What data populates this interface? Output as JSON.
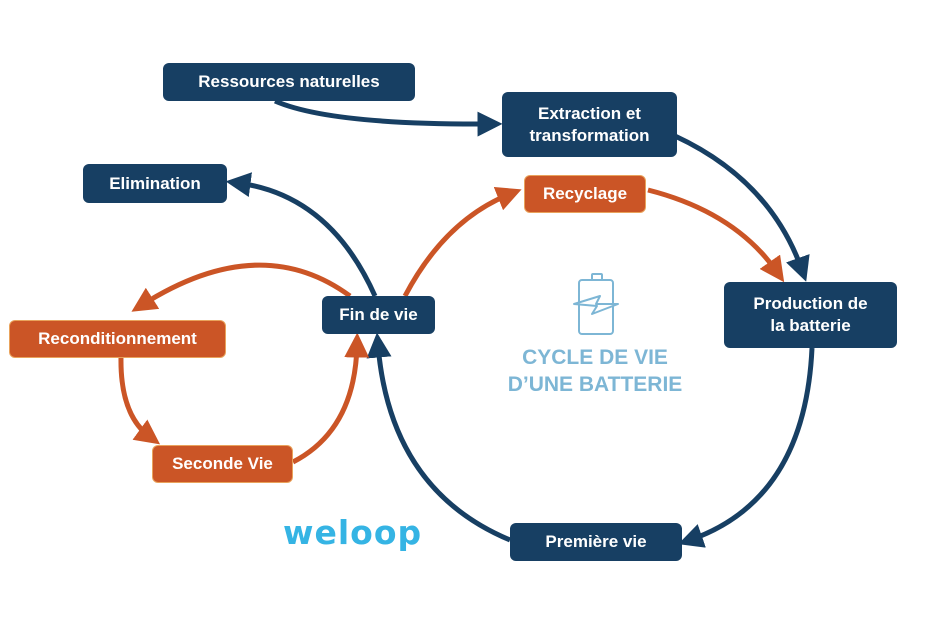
{
  "diagram": {
    "title_line1": "CYCLE DE VIE",
    "title_line2": "D’UNE BATTERIE",
    "logo_text": "weloop",
    "colors": {
      "navy": "#173F63",
      "orange": "#CB5526",
      "light_blue": "#7DB6D5",
      "logo_blue": "#35B4E4"
    },
    "nodes": {
      "ressources": "Ressources naturelles",
      "extraction_l1": "Extraction et",
      "extraction_l2": "transformation",
      "production_l1": "Production de",
      "production_l2": "la batterie",
      "premiere_vie": "Première vie",
      "fin_de_vie": "Fin de vie",
      "recyclage": "Recyclage",
      "elimination": "Elimination",
      "reconditionnement": "Reconditionnement",
      "seconde_vie": "Seconde Vie"
    },
    "edges": [
      {
        "from": "Ressources naturelles",
        "to": "Extraction et transformation",
        "color": "navy"
      },
      {
        "from": "Extraction et transformation",
        "to": "Production de la batterie",
        "color": "navy"
      },
      {
        "from": "Production de la batterie",
        "to": "Première vie",
        "color": "navy"
      },
      {
        "from": "Première vie",
        "to": "Fin de vie",
        "color": "navy"
      },
      {
        "from": "Fin de vie",
        "to": "Elimination",
        "color": "navy"
      },
      {
        "from": "Fin de vie",
        "to": "Recyclage",
        "color": "orange"
      },
      {
        "from": "Recyclage",
        "to": "Production de la batterie",
        "color": "orange"
      },
      {
        "from": "Fin de vie",
        "to": "Reconditionnement",
        "color": "orange"
      },
      {
        "from": "Reconditionnement",
        "to": "Seconde Vie",
        "color": "orange"
      },
      {
        "from": "Seconde Vie",
        "to": "Fin de vie",
        "color": "orange"
      }
    ]
  }
}
